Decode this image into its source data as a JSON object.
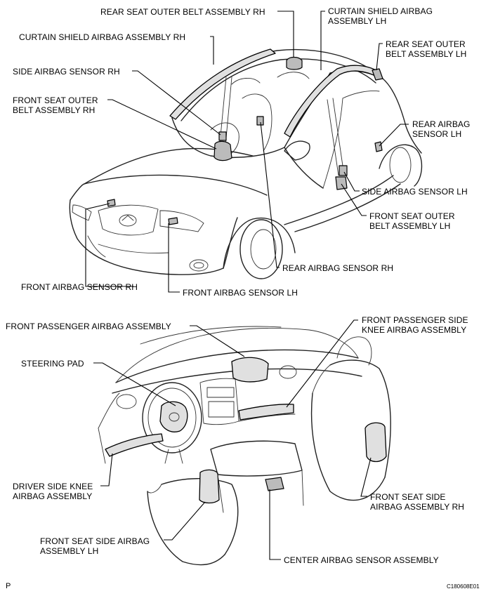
{
  "labels": {
    "rear_seat_outer_belt_rh": [
      "REAR SEAT OUTER BELT ASSEMBLY RH"
    ],
    "curtain_shield_airbag_lh": [
      "CURTAIN SHIELD AIRBAG",
      "ASSEMBLY LH"
    ],
    "curtain_shield_airbag_rh": [
      "CURTAIN SHIELD AIRBAG ASSEMBLY RH"
    ],
    "rear_seat_outer_belt_lh": [
      "REAR SEAT OUTER",
      "BELT ASSEMBLY LH"
    ],
    "side_airbag_sensor_rh": [
      "SIDE AIRBAG SENSOR RH"
    ],
    "front_seat_outer_belt_rh": [
      "FRONT SEAT OUTER",
      "BELT ASSEMBLY RH"
    ],
    "rear_airbag_sensor_lh": [
      "REAR AIRBAG",
      "SENSOR LH"
    ],
    "side_airbag_sensor_lh": [
      "SIDE AIRBAG SENSOR LH"
    ],
    "front_seat_outer_belt_lh": [
      "FRONT SEAT OUTER",
      "BELT ASSEMBLY LH"
    ],
    "rear_airbag_sensor_rh": [
      "REAR AIRBAG SENSOR RH"
    ],
    "front_airbag_sensor_rh": [
      "FRONT AIRBAG SENSOR RH"
    ],
    "front_airbag_sensor_lh": [
      "FRONT AIRBAG SENSOR LH"
    ],
    "front_passenger_airbag": [
      "FRONT PASSENGER AIRBAG ASSEMBLY"
    ],
    "front_passenger_knee_airbag": [
      "FRONT PASSENGER SIDE",
      "KNEE AIRBAG ASSEMBLY"
    ],
    "steering_pad": [
      "STEERING PAD"
    ],
    "driver_knee_airbag": [
      "DRIVER SIDE KNEE",
      "AIRBAG ASSEMBLY"
    ],
    "front_seat_side_airbag_rh": [
      "FRONT SEAT SIDE",
      "AIRBAG ASSEMBLY  RH"
    ],
    "front_seat_side_airbag_lh": [
      "FRONT SEAT SIDE AIRBAG",
      "ASSEMBLY  LH"
    ],
    "center_airbag_sensor": [
      "CENTER AIRBAG SENSOR ASSEMBLY"
    ]
  },
  "footer": {
    "page_marker": "P",
    "figure_code": "C180608E01"
  }
}
